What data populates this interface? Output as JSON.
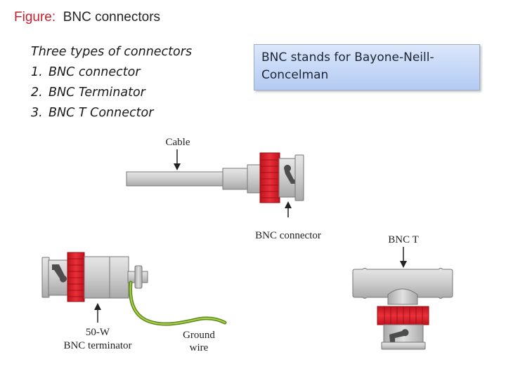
{
  "header": {
    "figure_label": "Figure:",
    "figure_title": "BNC connectors"
  },
  "types_list": {
    "heading": "Three types of connectors",
    "items": [
      {
        "num": "1.",
        "label": "BNC connector"
      },
      {
        "num": "2.",
        "label": "BNC Terminator"
      },
      {
        "num": "3.",
        "label": "BNC T Connector"
      }
    ]
  },
  "info_box": {
    "line1": "BNC stands for Bayone-Neill-",
    "line2": "Concelman"
  },
  "diagram": {
    "labels": {
      "cable": "Cable",
      "bnc_connector": "BNC connector",
      "terminator_line1": "50-W",
      "terminator_line2": "BNC terminator",
      "ground_line1": "Ground",
      "ground_line2": "wire",
      "bnc_t": "BNC T"
    },
    "colors": {
      "red_ring": "#d8202a",
      "metal": "#c8c8c8",
      "dark_metal": "#555555",
      "ground_wire": "#8db33a"
    }
  }
}
